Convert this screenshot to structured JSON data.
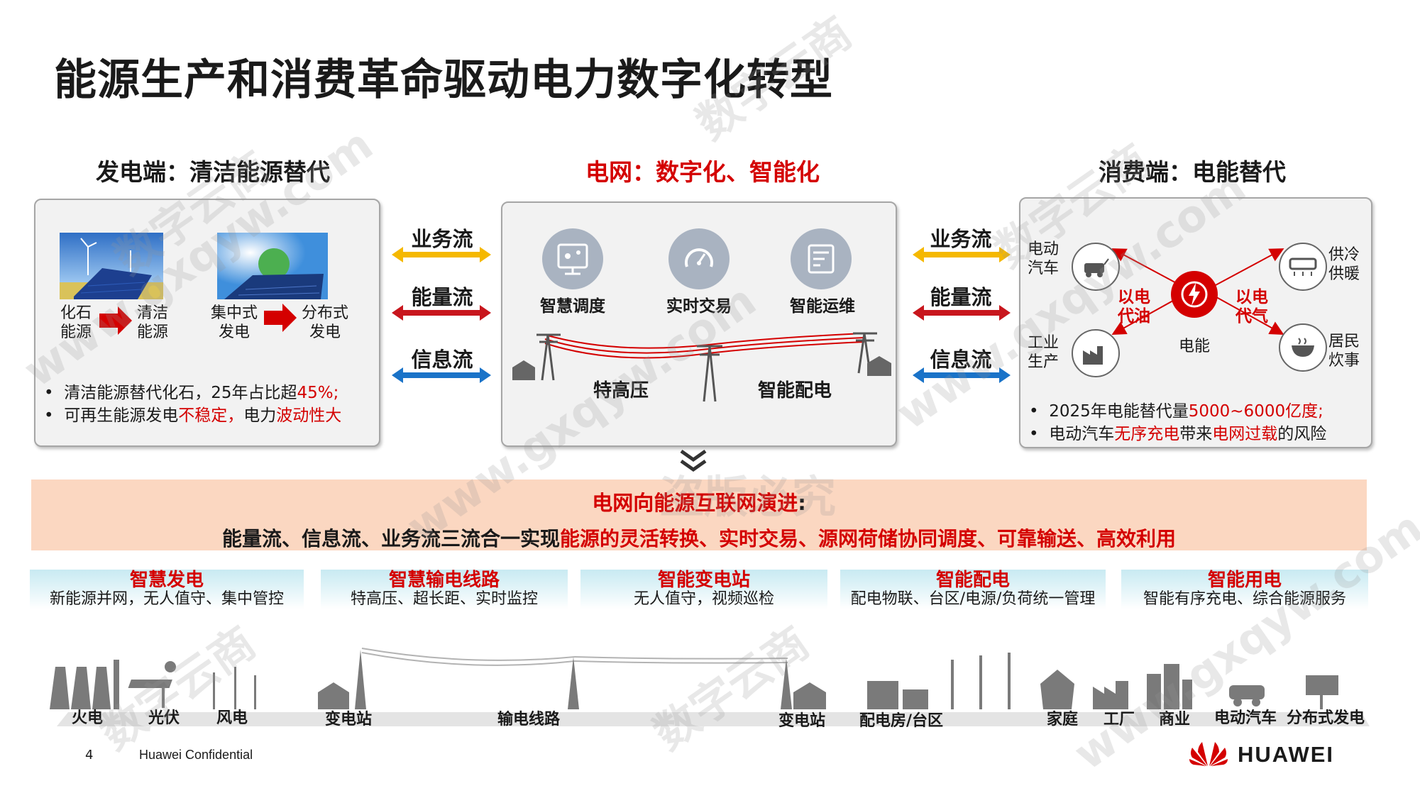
{
  "title": "能源生产和消费革命驱动电力数字化转型",
  "left": {
    "heading": "发电端：清洁能源替代",
    "pair1": {
      "from": "化石\n能源",
      "to": "清洁\n能源"
    },
    "pair2": {
      "from": "集中式\n发电",
      "to": "分布式\n发电"
    },
    "bullet1_a": "清洁能源替代化石，25年占比超",
    "bullet1_b": "45%;",
    "bullet2_a": "可再生能源发电",
    "bullet2_b": "不稳定，",
    "bullet2_c": "电力",
    "bullet2_d": "波动性大"
  },
  "flows": [
    "业务流",
    "能量流",
    "信息流"
  ],
  "center": {
    "heading": "电网：数字化、智能化",
    "icons": [
      {
        "label": "智慧调度",
        "icon": "dispatch-icon"
      },
      {
        "label": "实时交易",
        "icon": "gauge-icon"
      },
      {
        "label": "智能运维",
        "icon": "maintenance-icon"
      }
    ],
    "uhv": "特高压",
    "distribution": "智能配电"
  },
  "right": {
    "heading": "消费端：电能替代",
    "ev": "电动\n汽车",
    "industry": "工业\n生产",
    "heating": "供冷\n供暖",
    "cooking": "居民\n炊事",
    "center_label": "电能",
    "sub_oil": "以电\n代油",
    "sub_gas": "以电\n代气",
    "bullet1_a": "2025年电能替代量",
    "bullet1_b": "5000~6000亿度;",
    "bullet2_a": "电动汽车",
    "bullet2_b": "无序充电",
    "bullet2_c": "带来",
    "bullet2_d": "电网过载",
    "bullet2_e": "的风险"
  },
  "banner": {
    "title": "电网向能源互联网演进",
    "title_suffix": ":",
    "line_a": "能量流、信息流、业务流三流合一实现",
    "line_b": "能源的灵活转换、实时交易、源网荷储协同调度、可靠输送、高效利用"
  },
  "cards": [
    {
      "title": "智慧发电",
      "desc": "新能源并网，无人值守、集中管控"
    },
    {
      "title": "智慧输电线路",
      "desc": "特高压、超长距、实时监控"
    },
    {
      "title": "智能变电站",
      "desc": "无人值守，视频巡检"
    },
    {
      "title": "智能配电",
      "desc": "配电物联、台区/电源/负荷统一管理"
    },
    {
      "title": "智能用电",
      "desc": "智能有序充电、综合能源服务"
    }
  ],
  "bottom_labels": [
    "火电",
    "光伏",
    "风电",
    "变电站",
    "输电线路",
    "变电站",
    "配电房/台区",
    "家庭",
    "工厂",
    "商业",
    "电动汽车",
    "分布式发电"
  ],
  "footer": {
    "page": "4",
    "confidential": "Huawei Confidential",
    "brand": "HUAWEI"
  },
  "watermark": {
    "a": "数字云商",
    "b": "www.gxqyw.com",
    "c": "盗版必究"
  },
  "colors": {
    "red": "#d40000",
    "orange": "#f5b800",
    "blue": "#1a73c8",
    "banner": "#fbd7c1"
  }
}
